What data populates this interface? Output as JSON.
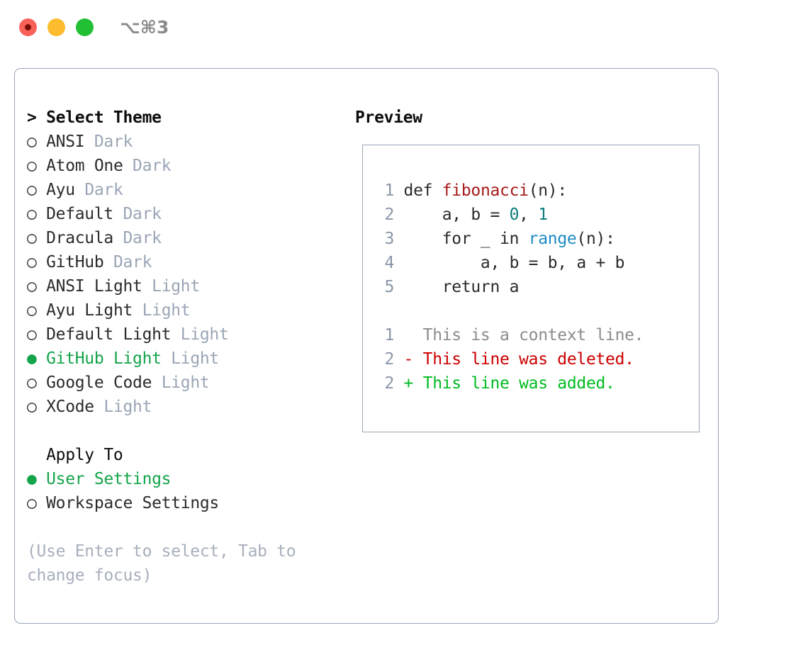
{
  "titlebar": {
    "shortcut": "⌥⌘3",
    "buttons": [
      {
        "name": "close",
        "color": "#fa6159"
      },
      {
        "name": "minimize",
        "color": "#fdbc2e"
      },
      {
        "name": "maximize",
        "color": "#21c034"
      }
    ]
  },
  "theme_panel": {
    "heading": "> Select Theme",
    "options": [
      {
        "bullet": "○",
        "label": "ANSI",
        "tag": "Dark",
        "selected": false
      },
      {
        "bullet": "○",
        "label": "Atom One",
        "tag": "Dark",
        "selected": false
      },
      {
        "bullet": "○",
        "label": "Ayu",
        "tag": "Dark",
        "selected": false
      },
      {
        "bullet": "○",
        "label": "Default",
        "tag": "Dark",
        "selected": false
      },
      {
        "bullet": "○",
        "label": "Dracula",
        "tag": "Dark",
        "selected": false
      },
      {
        "bullet": "○",
        "label": "GitHub",
        "tag": "Dark",
        "selected": false
      },
      {
        "bullet": "○",
        "label": "ANSI Light",
        "tag": "Light",
        "selected": false
      },
      {
        "bullet": "○",
        "label": "Ayu Light",
        "tag": "Light",
        "selected": false
      },
      {
        "bullet": "○",
        "label": "Default Light",
        "tag": "Light",
        "selected": false
      },
      {
        "bullet": "●",
        "label": "GitHub Light",
        "tag": "Light",
        "selected": true
      },
      {
        "bullet": "○",
        "label": "Google Code",
        "tag": "Light",
        "selected": false
      },
      {
        "bullet": "○",
        "label": "XCode",
        "tag": "Light",
        "selected": false
      }
    ]
  },
  "apply_to": {
    "heading": "  Apply To",
    "options": [
      {
        "bullet": "●",
        "label": "User Settings",
        "selected": true
      },
      {
        "bullet": "○",
        "label": "Workspace Settings",
        "selected": false
      }
    ]
  },
  "hint": "(Use Enter to select, Tab to change focus)",
  "preview": {
    "heading": "Preview",
    "code_lines": [
      {
        "number": "1",
        "segments": [
          {
            "text": " def ",
            "style": "plain"
          },
          {
            "text": "fibonacci",
            "style": "fn"
          },
          {
            "text": "(n):",
            "style": "plain"
          }
        ]
      },
      {
        "number": "2",
        "segments": [
          {
            "text": "     a, b = ",
            "style": "plain"
          },
          {
            "text": "0",
            "style": "num"
          },
          {
            "text": ", ",
            "style": "plain"
          },
          {
            "text": "1",
            "style": "num"
          }
        ]
      },
      {
        "number": "3",
        "segments": [
          {
            "text": "     for _ in ",
            "style": "plain"
          },
          {
            "text": "range",
            "style": "call"
          },
          {
            "text": "(n):",
            "style": "plain"
          }
        ]
      },
      {
        "number": "4",
        "segments": [
          {
            "text": "         a, b = b, a + b",
            "style": "plain"
          }
        ]
      },
      {
        "number": "5",
        "segments": [
          {
            "text": "     return a",
            "style": "plain"
          }
        ]
      },
      {
        "number": "",
        "segments": [
          {
            "text": "",
            "style": "plain"
          }
        ]
      },
      {
        "number": "1",
        "segments": [
          {
            "text": "   This is a context line.",
            "style": "ctx"
          }
        ]
      },
      {
        "number": "2",
        "segments": [
          {
            "text": " - This line was deleted.",
            "style": "del"
          }
        ]
      },
      {
        "number": "2",
        "segments": [
          {
            "text": " + This line was added.",
            "style": "add"
          }
        ]
      }
    ]
  },
  "colors": {
    "border": "#9aa5b8",
    "selected_green": "#14a44a",
    "tag_muted": "#9aa5b5",
    "hint_muted": "#a8b0bd",
    "line_number": "#8a96a8",
    "syntax_function": "#a61b1b",
    "syntax_number": "#0f7b7b",
    "syntax_call": "#1b8ac4",
    "diff_context": "#8c8c8c",
    "diff_deleted": "#cc0000",
    "diff_added": "#00bb22"
  }
}
